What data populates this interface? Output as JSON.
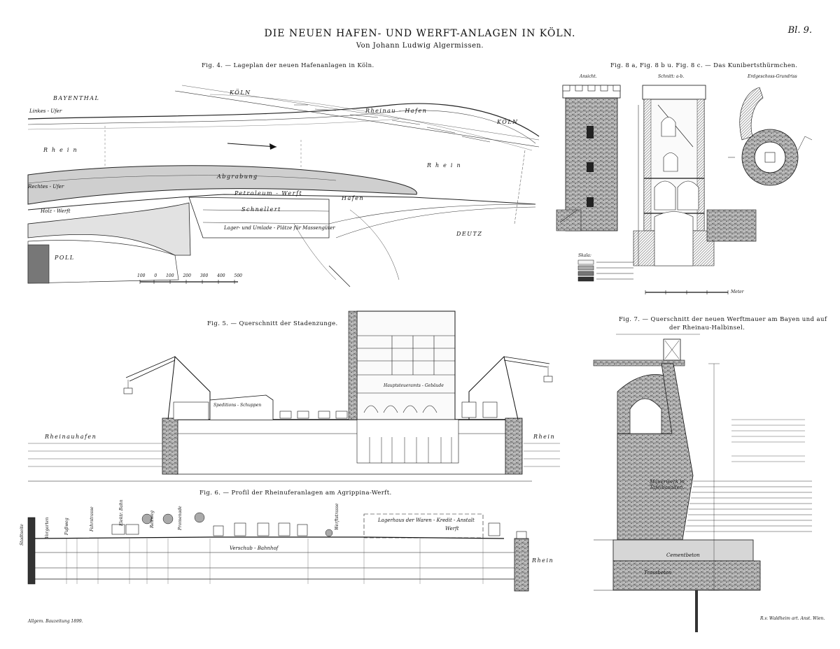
{
  "plate": {
    "title": "DIE NEUEN HAFEN- UND WERFT-ANLAGEN IN KÖLN.",
    "subtitle": "Von Johann Ludwig Algermissen.",
    "number": "Bl. 9.",
    "journal": "Allgem. Bauzeitung 1899.",
    "printer": "R.v. Waldheim art. Anst. Wien."
  },
  "fig4": {
    "caption": "Fig. 4. — Lageplan der neuen Hafenanlagen in Köln.",
    "labels": {
      "bayenthal": "BAYENTHAL",
      "koeln_top": "KÖLN",
      "koeln_right": "KÖLN",
      "rhein_left": "Rhein",
      "rhein_right": "Rhein",
      "linkes_ufer": "Linkes - Ufer",
      "rechtes_ufer": "Rechtes - Ufer",
      "rheinau_hafen": "Rheinau - Hafen",
      "abgrabung": "Abgrabung",
      "petroleum_werft": "Petroleum - Werft",
      "holz_werft": "Holz - Werft",
      "schnellert": "Schnellert",
      "hafen": "Hafen",
      "lager": "Lager- und Umlade - Plätze für Massengüter",
      "deutz": "DEUTZ",
      "poll": "POLL"
    },
    "scale_ticks": [
      "100",
      "0",
      "100",
      "200",
      "300",
      "400",
      "500"
    ]
  },
  "fig8": {
    "caption": "Fig. 8 a, Fig. 8 b u. Fig. 8 c. — Das Kunibertsthürmchen.",
    "views": {
      "ansicht": "Ansicht.",
      "schnitt": "Schnitt: a-b.",
      "grundriss": "Erdgeschoss-Grundriss"
    },
    "skala_title": "Skala:",
    "scale_unit": "Meter"
  },
  "fig5": {
    "caption": "Fig. 5. — Querschnitt der Stadenzunge.",
    "labels": {
      "rheinauhafen": "Rheinauhafen",
      "rhein": "Rhein",
      "speditions_schuppen": "Speditions - Schuppen",
      "hauptsteuer": "Hauptsteueramts - Gebäude"
    }
  },
  "fig6": {
    "caption": "Fig. 6. — Profil der Rheinuferanlagen am Agrippina-Werft.",
    "labels": {
      "stadtseite": "Stadtseite",
      "vorgarten": "Vorgarten",
      "fussweg": "Fußweg",
      "fahrstrasse": "Fahrstrasse",
      "elektr_bahn": "Elektr. Bahn",
      "reitweg": "Reitweg",
      "promenade": "Promenade",
      "werftstrasse": "Werftstrasse",
      "lagerhaus": "Lagerhaus der Waren - Kredit - Anstalt",
      "werft": "Werft",
      "verschub": "Verschub - Bahnhof",
      "rhein": "Rhein"
    }
  },
  "fig7": {
    "caption_line1": "Fig. 7. — Querschnitt der neuen Werftmauer am Bayen und auf",
    "caption_line2": "der Rheinau-Halbinsel.",
    "labels": {
      "mauerwerk": "Mauerwerk in Tafelbasalten.",
      "cementbeton": "Cementbeton",
      "trassbeton": "Trassbeton"
    }
  }
}
